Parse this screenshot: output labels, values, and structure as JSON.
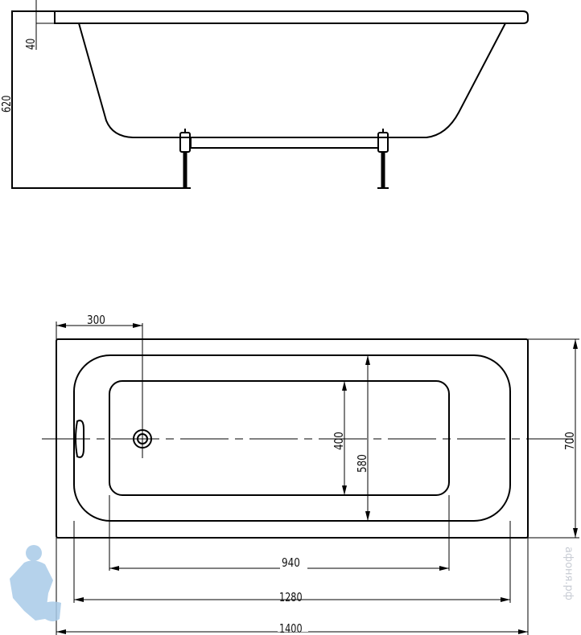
{
  "drawing": {
    "side_view": {
      "height_total": "620",
      "rim_thickness": "40"
    },
    "top_view": {
      "drain_offset": "300",
      "inner_width": "400",
      "basin_width": "580",
      "total_width": "700",
      "inner_length": "940",
      "basin_length": "1280",
      "total_length": "1400"
    },
    "watermark": "афоня.рф",
    "colors": {
      "line": "#000000",
      "watermark": "#a9cbe8"
    }
  }
}
